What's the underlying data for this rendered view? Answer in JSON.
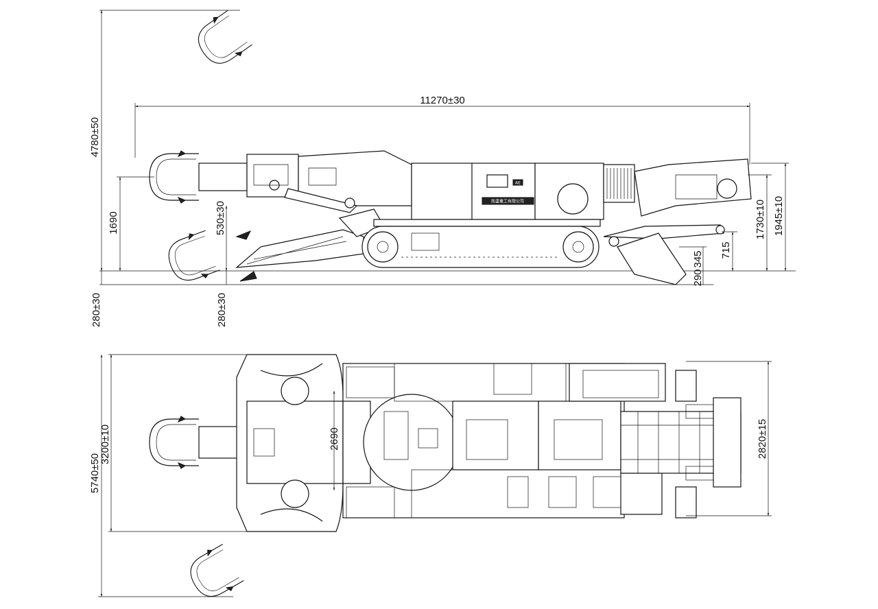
{
  "side_view": {
    "dims": {
      "overall_length": "11270±30",
      "max_height": "4780±50",
      "cutter_height": "1690",
      "undercut_530": "530±30",
      "undercut_280_left": "280±30",
      "undercut_280_mid": "280±30",
      "body_height_1730": "1730±10",
      "body_height_1945": "1945±10",
      "conveyor_715": "715",
      "dim_345": "345",
      "dim_290": "290"
    },
    "nameplate": "凯盛重工有限公司",
    "badge": "AE"
  },
  "plan_view": {
    "dims": {
      "max_width": "5740±50",
      "shovel_width": "3200±10",
      "track_width": "2690",
      "body_width": "2820±15"
    }
  }
}
